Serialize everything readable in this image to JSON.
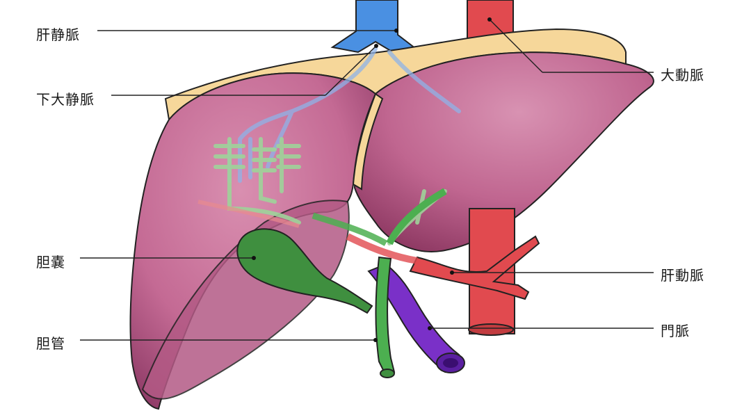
{
  "labels": {
    "hepatic_vein": "肝静脈",
    "inferior_vena_cava": "下大静脈",
    "aorta": "大動脈",
    "gallbladder": "胆嚢",
    "hepatic_artery": "肝動脈",
    "bile_duct": "胆管",
    "portal_vein": "門脈"
  },
  "colors": {
    "liver": "#c5678f",
    "liver_dark": "#8e3460",
    "ligament": "#f6d79a",
    "vein_blue": "#4a90e2",
    "artery_red": "#e14a4f",
    "portal_purple": "#7a30c8",
    "bile_green": "#4caf50",
    "gallbladder_green": "#3f8f3f"
  }
}
